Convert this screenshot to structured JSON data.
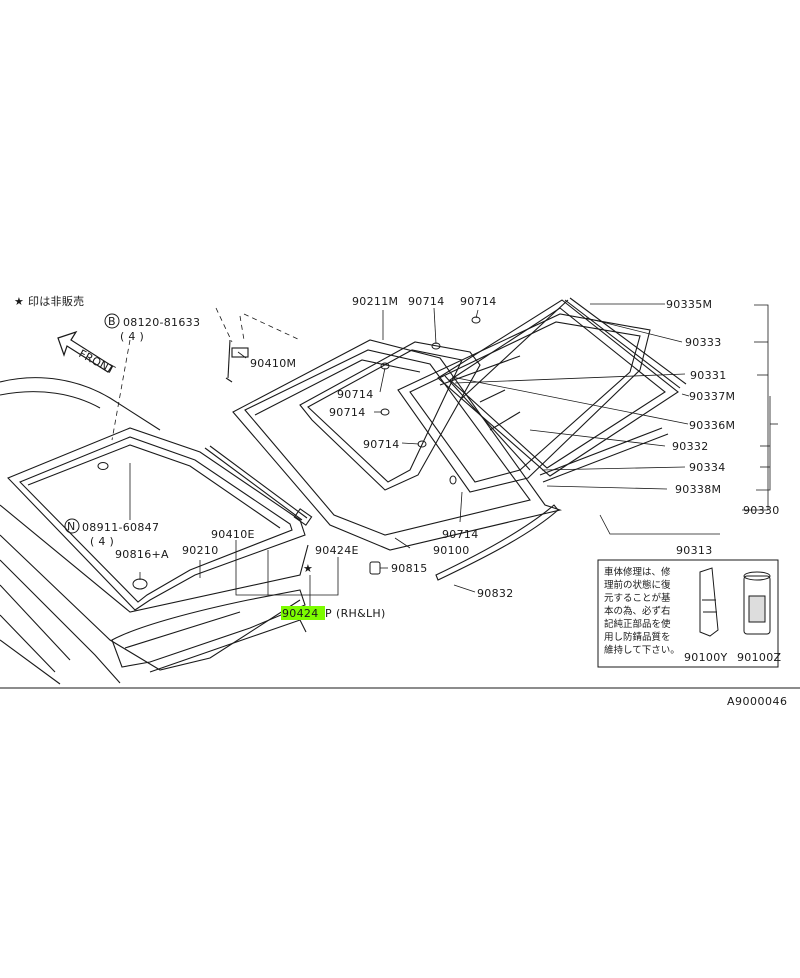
{
  "diagram": {
    "legend_note": "★ 印は非販売",
    "front_label": "FRONT",
    "bolt_spec": {
      "circle_letter": "B",
      "part": "08120-81633",
      "qty": "( 4 )"
    },
    "nut_spec": {
      "circle_letter": "N",
      "part": "08911-60847",
      "qty": "( 4 )"
    },
    "parts": {
      "p90211M": "90211M",
      "p90714_top1": "90714",
      "p90714_top2": "90714",
      "p90410M": "90410M",
      "p90714_a": "90714",
      "p90714_b": "90714",
      "p90714_c": "90714",
      "p90714_d": "90714",
      "p90335M": "90335M",
      "p90333": "90333",
      "p90331": "90331",
      "p90337M": "90337M",
      "p90336M": "90336M",
      "p90332": "90332",
      "p90334": "90334",
      "p90338M": "90338M",
      "p90330": "90330",
      "p90313": "90313",
      "p90816A": "90816+A",
      "p90210": "90210",
      "p90410E": "90410E",
      "p90424E": "90424E",
      "p90100": "90100",
      "p90815": "90815",
      "p90832": "90832",
      "p90100Y": "90100Y",
      "p90100Z": "90100Z"
    },
    "highlight_part": {
      "number": "90424",
      "suffix": "P",
      "note": "(RH&LH)",
      "highlight_color": "#7CFC00"
    },
    "star_mark": "★",
    "notice_lines": [
      "車体修理は、修",
      "理前の状態に復",
      "元することが基",
      "本の為、必ず右",
      "記純正部品を使",
      "用し防錆品質を",
      "維持して下さい。"
    ],
    "reference_code": "A9000046"
  }
}
